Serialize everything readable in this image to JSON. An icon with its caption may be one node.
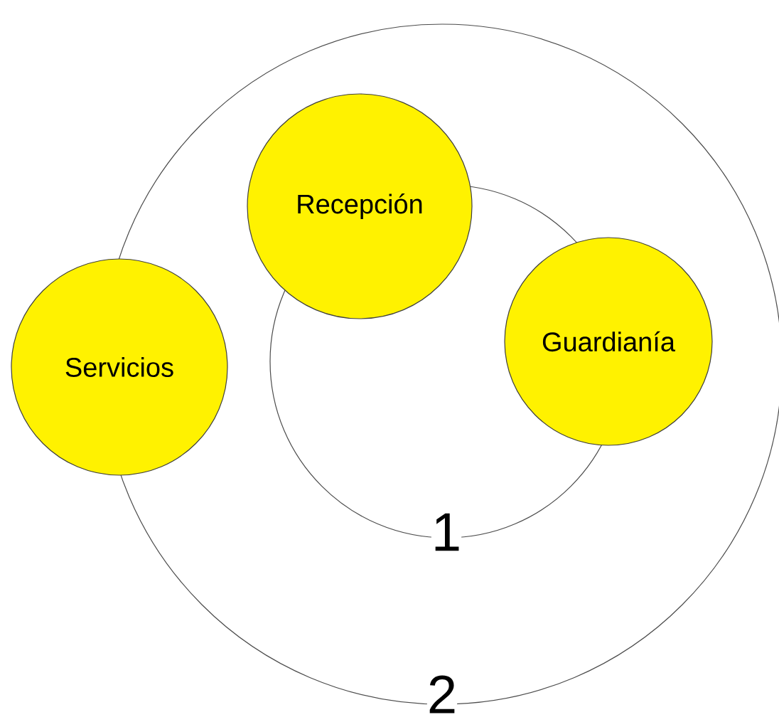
{
  "diagram": {
    "nodes": [
      {
        "text": [
          "2"
        ]
      },
      {
        "text": [
          "1"
        ],
        "in": 0
      },
      {
        "text": [
          "Recepción"
        ],
        "in": 0
      },
      {
        "text": [
          "Servicios"
        ]
      },
      {
        "text": [
          "Guardianía"
        ],
        "in": 0
      }
    ]
  }
}
